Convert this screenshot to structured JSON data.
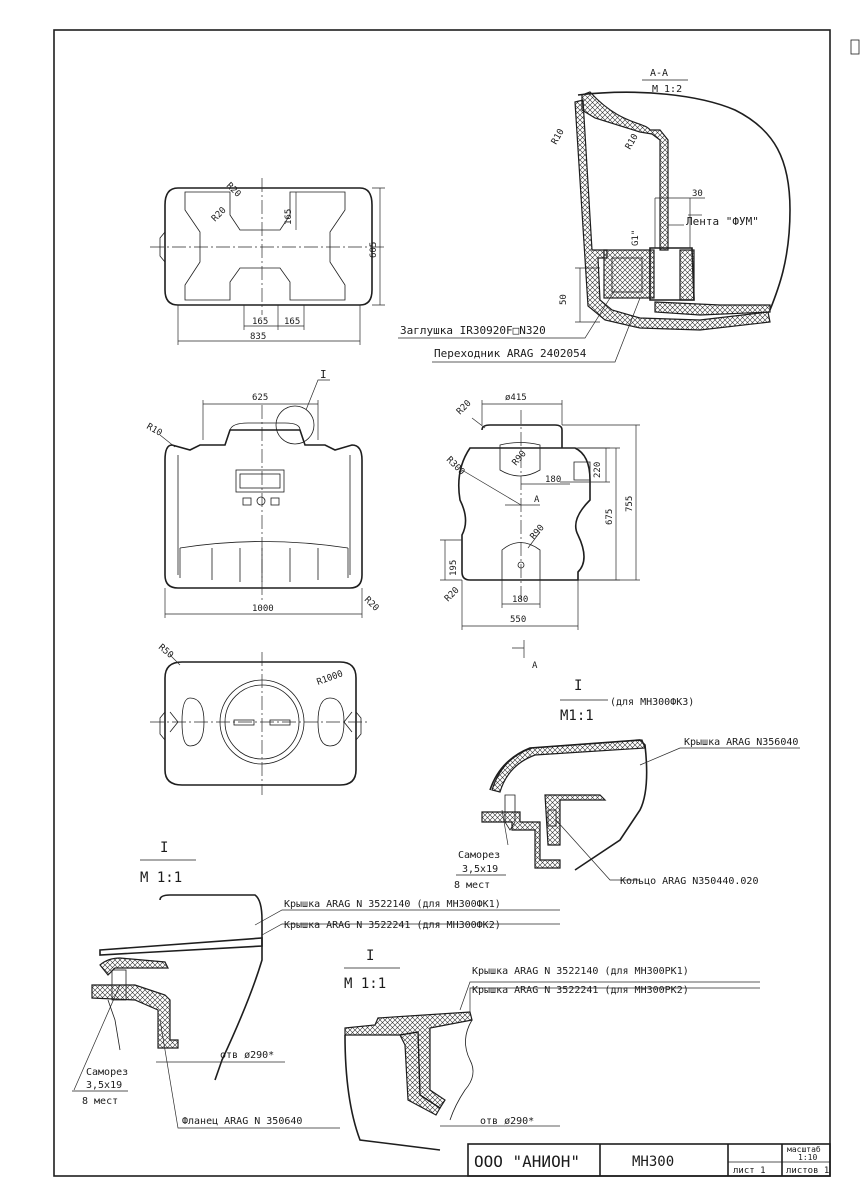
{
  "section_aa": {
    "title": "А-А",
    "scale": "М 1:2",
    "r_left": "R10",
    "r_right": "R10",
    "dim_30": "30",
    "dim_50": "50",
    "thread": "G1\"",
    "tape": "Лента \"ФУМ\""
  },
  "top_view": {
    "r20_a": "R20",
    "r20_b": "R20",
    "dim_165_v": "165",
    "dim_605": "605",
    "dim_165_l": "165",
    "dim_165_r": "165",
    "dim_835": "835"
  },
  "callouts": {
    "plug": "Заглушка IR30920F□N320",
    "adapter": "Переходник ARAG 2402054"
  },
  "front_view": {
    "dim_625": "625",
    "detail_ref": "I",
    "r10": "R10",
    "r20": "R20",
    "dim_1000": "1000"
  },
  "side_view": {
    "dia_415": "ø415",
    "r20_top": "R20",
    "r300": "R300",
    "r90_top": "R90",
    "dim_220": "220",
    "dim_180_top": "180",
    "section_mark": "А",
    "dim_675": "675",
    "dim_755": "755",
    "r90_bottom": "R90",
    "dim_195": "195",
    "r20_bottom": "R20",
    "dim_180_bottom": "180",
    "dim_550": "550",
    "section_mark_bottom": "А"
  },
  "plan_view": {
    "r50": "R50",
    "r1000": "R1000"
  },
  "detail_fk3": {
    "title": "I",
    "scale": "М1:1",
    "note": "(для МН300ФК3)",
    "lid": "Крышка ARAG N356040",
    "screw_1": "Саморез",
    "screw_2": "3,5х19",
    "screw_3": "8 мест",
    "ring": "Кольцо ARAG N350440.020"
  },
  "detail_fk": {
    "title": "I",
    "scale": "М 1:1",
    "lid_1": "Крышка ARAG N 3522140 (для МН300ФК1)",
    "lid_2": "Крышка ARAG N 3522241 (для МН300ФК2)",
    "hole": "отв ø290*",
    "screw_1": "Саморез",
    "screw_2": "3,5х19",
    "screw_3": "8 мест",
    "flange": "Фланец ARAG N 350640"
  },
  "detail_rk": {
    "title": "I",
    "scale": "М 1:1",
    "lid_1": "Крышка ARAG N 3522140 (для МН300РК1)",
    "lid_2": "Крышка ARAG N 3522241 (для МН300РК2)",
    "hole": "отв ø290*"
  },
  "title_block": {
    "company": "ООО \"АНИОН\"",
    "product": "МН300",
    "scale_label": "масштаб",
    "scale_value": "1:10",
    "sheet": "лист 1",
    "sheets": "листов 1"
  }
}
